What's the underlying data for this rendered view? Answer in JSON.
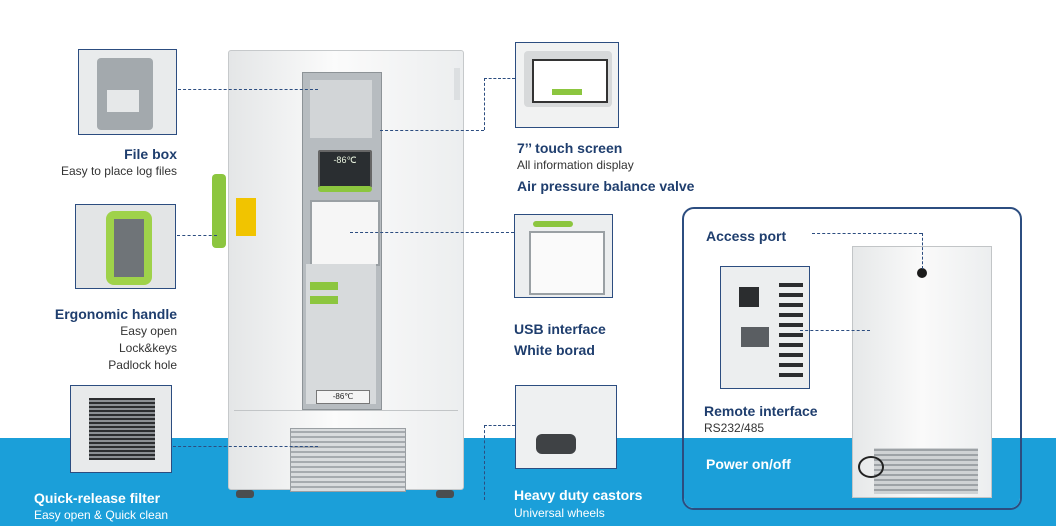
{
  "features": {
    "file_box": {
      "title": "File box",
      "lines": [
        "Easy to place log files"
      ]
    },
    "ergonomic_handle": {
      "title": "Ergonomic handle",
      "lines": [
        "Easy open",
        "Lock&keys",
        "Padlock hole"
      ]
    },
    "quick_release_filter": {
      "title": "Quick-release filter",
      "lines": [
        "Easy open & Quick clean"
      ]
    },
    "touch_screen": {
      "title": "7’’ touch screen",
      "lines": [
        "All information display"
      ],
      "extra_title": "Air pressure balance valve"
    },
    "usb_interface": {
      "title": "USB interface",
      "extra_title": "White borad"
    },
    "heavy_duty_castors": {
      "title": "Heavy duty castors",
      "lines": [
        "Universal wheels"
      ]
    }
  },
  "inset": {
    "access_port": "Access port",
    "remote_interface": {
      "title": "Remote interface",
      "sub": "RS232/485"
    },
    "power": "Power on/off"
  },
  "freezer": {
    "display_readout": "-86℃",
    "model_badge": "-86℃"
  },
  "colors": {
    "accent": "#1b9fd9",
    "navy": "#1f3e6e",
    "lime": "#8cc63f"
  }
}
